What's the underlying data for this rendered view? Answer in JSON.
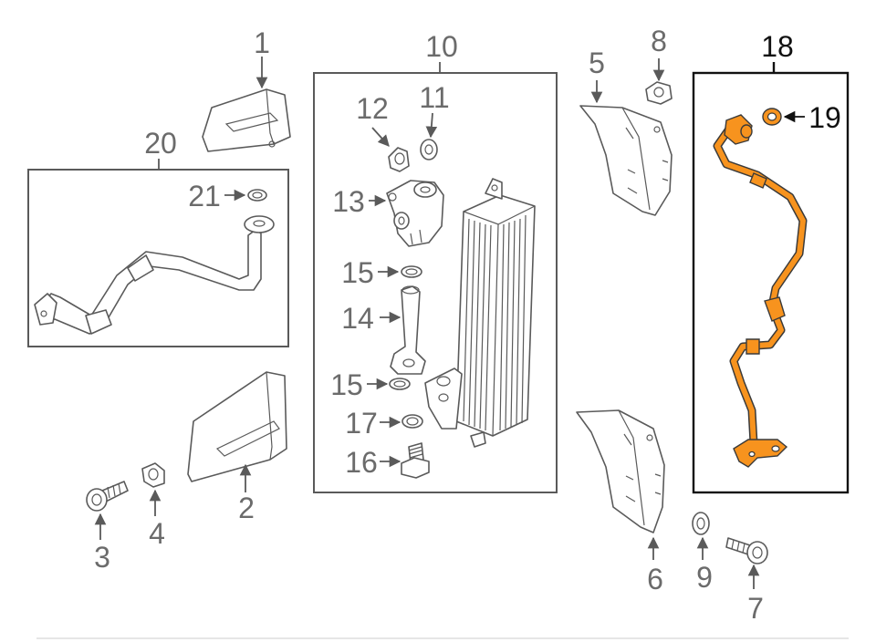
{
  "callouts": {
    "c1": "1",
    "c2": "2",
    "c3": "3",
    "c4": "4",
    "c5": "5",
    "c6": "6",
    "c7": "7",
    "c8": "8",
    "c9": "9",
    "c10": "10",
    "c11": "11",
    "c12": "12",
    "c13": "13",
    "c14": "14",
    "c15a": "15",
    "c15b": "15",
    "c16": "16",
    "c17": "17",
    "c18": "18",
    "c19": "19",
    "c20": "20",
    "c21": "21"
  },
  "colors": {
    "line": "#5a5a5a",
    "label": "#6b6b6b",
    "highlight_part": "#f7931e",
    "highlight_frame": "#111111"
  },
  "highlighted_parts": [
    "18",
    "19"
  ]
}
